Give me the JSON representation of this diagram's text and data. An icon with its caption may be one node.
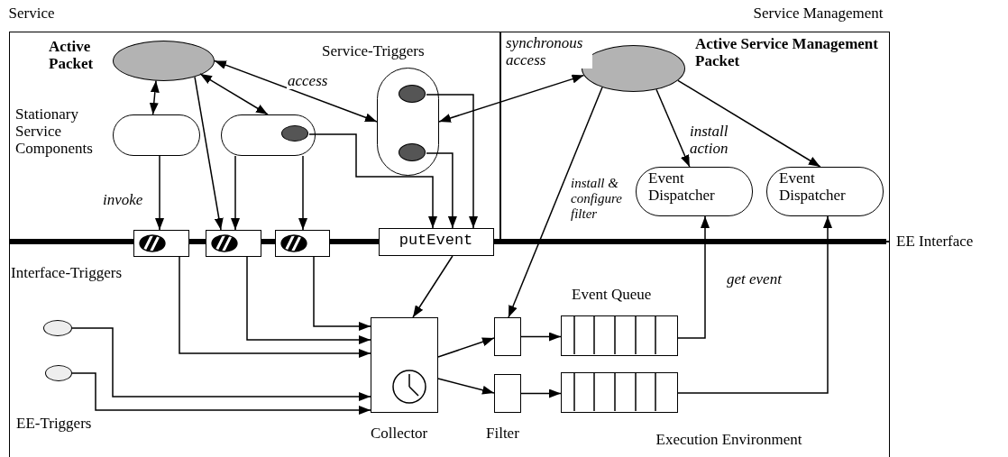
{
  "diagram": {
    "nodes": [
      {
        "text": [
          "Service"
        ]
      },
      {
        "text": [
          "Active Packet"
        ],
        "in": 0
      },
      {
        "text": [
          "Service-Triggers"
        ],
        "in": 0
      },
      {
        "text": [],
        "shape": "circle",
        "in": 2
      },
      {
        "text": [],
        "shape": "circle",
        "in": 2
      },
      {
        "text": [
          "Stationary Service Components"
        ],
        "in": 0
      },
      {
        "text": [],
        "shape": "box",
        "in": 0
      },
      {
        "text": [],
        "shape": "circle",
        "in": 6
      },
      {
        "text": [
          "Service Management"
        ]
      },
      {
        "text": [
          "Active Service Management Packet"
        ],
        "in": 8
      },
      {
        "text": [
          "Event Dispatcher"
        ],
        "in": 8
      },
      {
        "text": [
          "Event Dispatcher"
        ],
        "in": 8
      },
      {
        "text": [],
        "shape": "box"
      },
      {
        "text": [],
        "shape": "box"
      },
      {
        "text": [],
        "shape": "box"
      },
      {
        "text": [
          "putEvent"
        ]
      },
      {
        "text": [
          "Execution Environment"
        ]
      },
      {
        "text": [],
        "shape": "circle",
        "in": 16
      },
      {
        "text": [],
        "shape": "circle",
        "in": 16
      },
      {
        "text": [
          "Collector"
        ],
        "in": 16
      },
      {
        "text": [],
        "shape": "box",
        "in": 16
      },
      {
        "text": [
          "Filter"
        ],
        "in": 16
      },
      {
        "text": [
          "Event Queue"
        ],
        "in": 16
      },
      {
        "text": [],
        "shape": "box",
        "in": 16
      }
    ],
    "edges": [
      {
        "from": 1,
        "to": 5,
        "arrow": "both"
      },
      {
        "from": 5,
        "to": 12,
        "arrow": "to",
        "label": "invoke"
      },
      {
        "from": 1,
        "to": 13,
        "arrow": "to"
      },
      {
        "from": 1,
        "to": 6,
        "arrow": "both"
      },
      {
        "from": 1,
        "to": 2,
        "arrow": "both",
        "label": "access"
      },
      {
        "from": 6,
        "to": 13,
        "arrow": "to"
      },
      {
        "from": 6,
        "to": 14,
        "arrow": "to"
      },
      {
        "from": 7,
        "to": 15,
        "arrow": "to"
      },
      {
        "from": 3,
        "to": 15,
        "arrow": "to"
      },
      {
        "from": 4,
        "to": 15,
        "arrow": "to"
      },
      {
        "from": 9,
        "to": 2,
        "arrow": "both",
        "label": "synchronous access"
      },
      {
        "from": 9,
        "to": 10,
        "arrow": "to",
        "label": "install action"
      },
      {
        "from": 9,
        "to": 11,
        "arrow": "to"
      },
      {
        "from": 9,
        "to": 20,
        "arrow": "to",
        "label": "install & configure filter"
      },
      {
        "from": 15,
        "to": 19,
        "arrow": "to"
      },
      {
        "from": 12,
        "to": 19,
        "arrow": "to"
      },
      {
        "from": 13,
        "to": 19,
        "arrow": "to"
      },
      {
        "from": 14,
        "to": 19,
        "arrow": "to"
      },
      {
        "from": 17,
        "to": 19,
        "arrow": "to"
      },
      {
        "from": 18,
        "to": 19,
        "arrow": "to"
      },
      {
        "from": 19,
        "to": 20,
        "arrow": "to"
      },
      {
        "from": 19,
        "to": 21,
        "arrow": "to"
      },
      {
        "from": 20,
        "to": 22,
        "arrow": "to"
      },
      {
        "from": 21,
        "to": 23,
        "arrow": "to"
      },
      {
        "from": 22,
        "to": 10,
        "arrow": "to",
        "label": "get event"
      },
      {
        "from": 23,
        "to": 11,
        "arrow": "to"
      }
    ],
    "labels": [
      "Interface-Triggers",
      "EE-Triggers",
      "EE Interface"
    ]
  }
}
